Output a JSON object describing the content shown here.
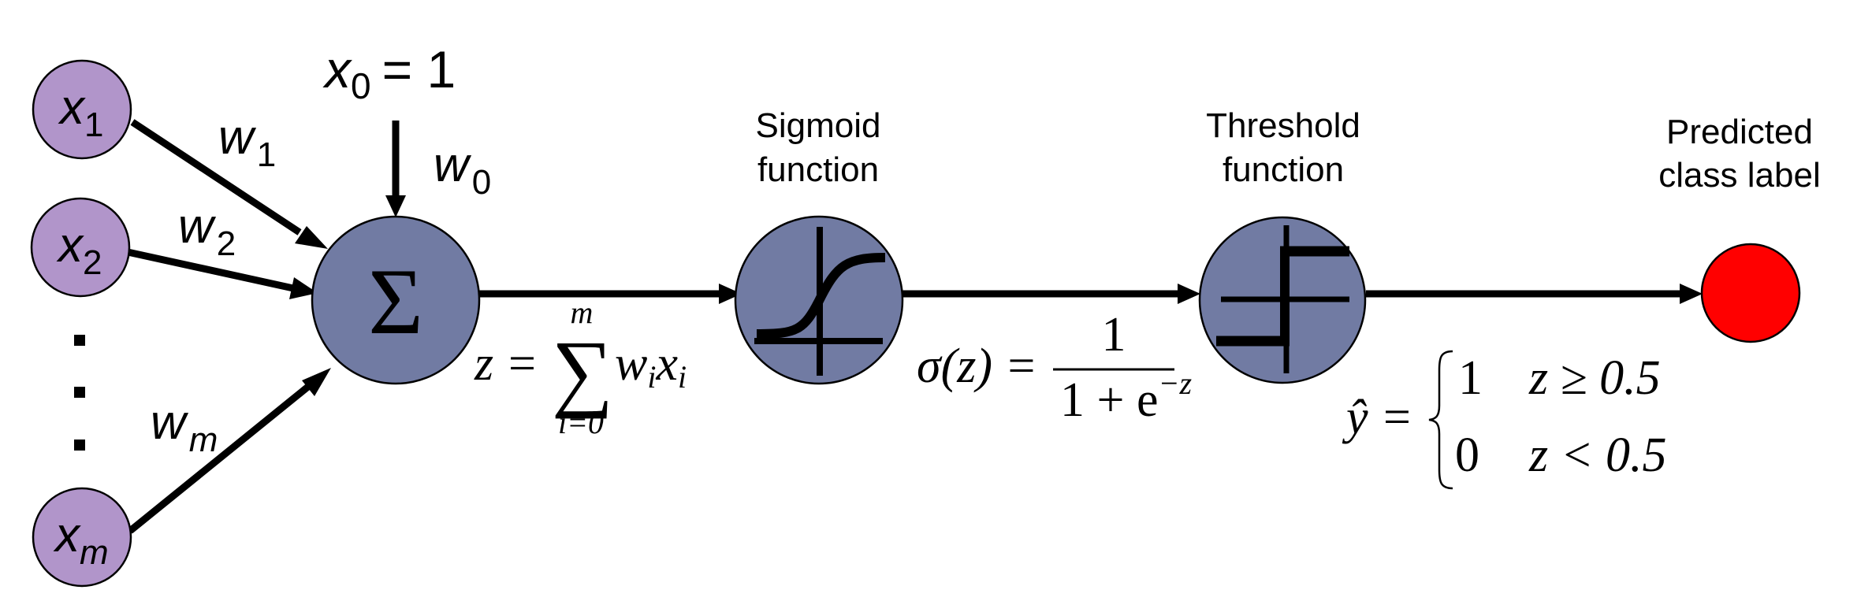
{
  "colors": {
    "input_node": "#B195CA",
    "unit_node": "#717BA3",
    "output_node": "#FF0000",
    "stroke": "#000000"
  },
  "inputs": [
    {
      "var": "x",
      "sub": "1",
      "weight_var": "w",
      "weight_sub": "1"
    },
    {
      "var": "x",
      "sub": "2",
      "weight_var": "w",
      "weight_sub": "2"
    },
    {
      "var": "x",
      "sub": "m",
      "weight_var": "w",
      "weight_sub": "m"
    }
  ],
  "bias": {
    "var": "x",
    "sub": "0",
    "rest": "= 1",
    "weight_var": "w",
    "weight_sub": "0"
  },
  "sum_node": {
    "symbol": "Σ"
  },
  "sum_formula": {
    "lhs": "z",
    "eq": "=",
    "upper": "m",
    "lower": "i=0",
    "sigma": "∑",
    "term_w": "w",
    "term_w_sub": "i",
    "term_x": "x",
    "term_x_sub": "i"
  },
  "sigmoid": {
    "label_line1": "Sigmoid",
    "label_line2": "function"
  },
  "sigmoid_formula": {
    "lhs": "σ(z) =",
    "numerator": "1",
    "denominator": "1 + e",
    "exponent": "−z"
  },
  "threshold": {
    "label_line1": "Threshold",
    "label_line2": "function"
  },
  "threshold_formula": {
    "lhs": "ŷ =",
    "cases": [
      {
        "value": "1",
        "condition": "z ≥ 0.5"
      },
      {
        "value": "0",
        "condition": "z < 0.5"
      }
    ]
  },
  "output": {
    "label_line1": "Predicted",
    "label_line2": "class label"
  }
}
